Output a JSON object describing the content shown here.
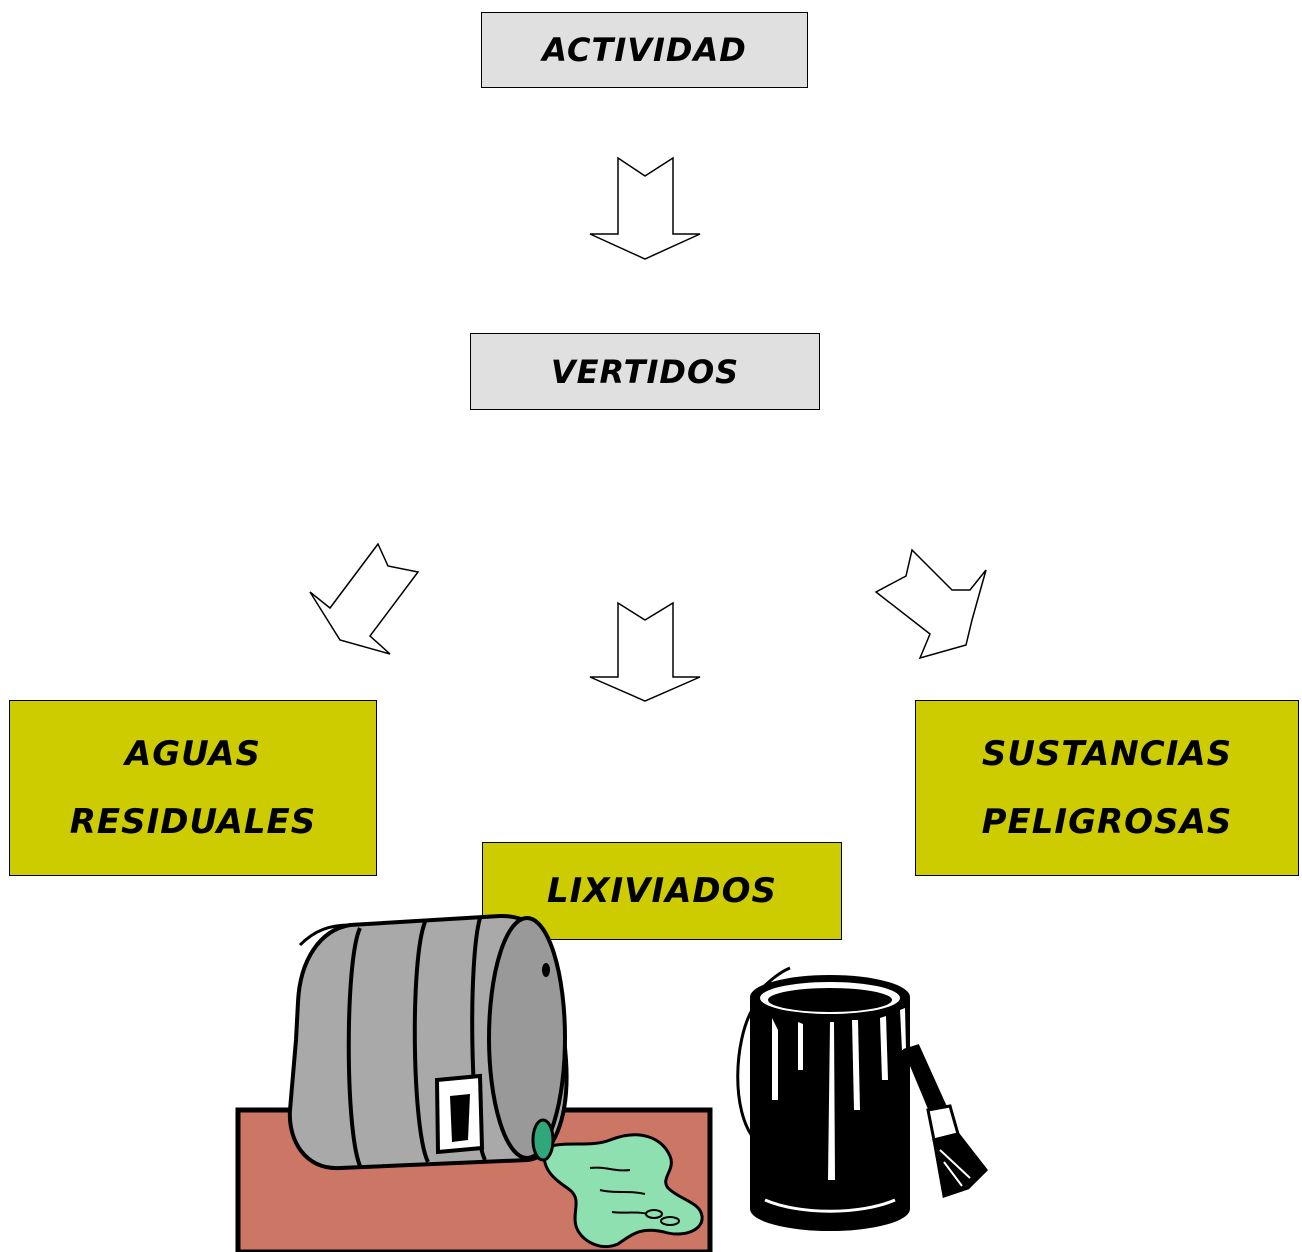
{
  "diagram": {
    "top": "ACTIVIDAD",
    "middle": "VERTIDOS",
    "outputs": {
      "left": {
        "line1": "AGUAS",
        "line2": "RESIDUALES"
      },
      "center": "LIXIVIADOS",
      "right": {
        "line1": "SUSTANCIAS",
        "line2": "PELIGROSAS"
      }
    }
  },
  "colors": {
    "header_box": "#e0e0e0",
    "output_box": "#cccc00",
    "barrel": "#a9a9a9",
    "table": "#cc7766",
    "spill": "#8ee0b0",
    "paint_can": "#000000"
  },
  "icons": [
    "arrow-down-icon",
    "arrow-down-left-icon",
    "arrow-down-right-icon",
    "oil-barrel-icon",
    "spill-icon",
    "paint-can-icon",
    "paint-brush-icon"
  ]
}
